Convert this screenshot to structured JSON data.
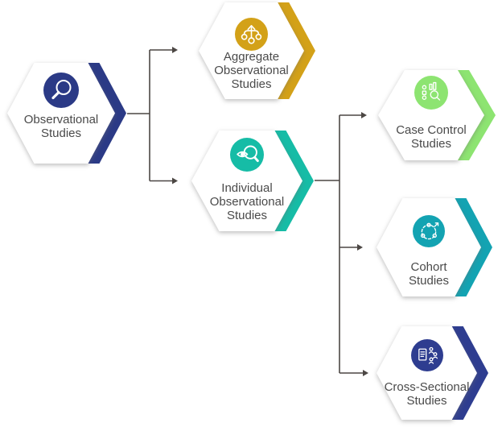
{
  "diagram": {
    "background": "#ffffff",
    "text_color": "#4a4a4a",
    "connector_color": "#4c4744",
    "nodes": [
      {
        "id": "observational-studies",
        "label": "Observational\nStudies",
        "color": "#2b3a86",
        "icon": "magnifier-icon"
      },
      {
        "id": "aggregate-observational-studies",
        "label": "Aggregate\nObservational\nStudies",
        "color": "#d3a118",
        "icon": "branch-merge-icon"
      },
      {
        "id": "individual-observational-studies",
        "label": "Individual\nObservational\nStudies",
        "color": "#16bca6",
        "icon": "eye-magnifier-icon"
      },
      {
        "id": "case-control-studies",
        "label": "Case Control\nStudies",
        "color": "#8de471",
        "icon": "group-comparison-icon"
      },
      {
        "id": "cohort-studies",
        "label": "Cohort\nStudies",
        "color": "#13a3b2",
        "icon": "cohort-cycle-icon"
      },
      {
        "id": "cross-sectional-studies",
        "label": "Cross-Sectional\nStudies",
        "color": "#2e3d90",
        "icon": "survey-population-icon"
      }
    ],
    "edges": [
      {
        "from": "observational-studies",
        "to": "aggregate-observational-studies"
      },
      {
        "from": "observational-studies",
        "to": "individual-observational-studies"
      },
      {
        "from": "individual-observational-studies",
        "to": "case-control-studies"
      },
      {
        "from": "individual-observational-studies",
        "to": "cohort-studies"
      },
      {
        "from": "individual-observational-studies",
        "to": "cross-sectional-studies"
      }
    ]
  }
}
